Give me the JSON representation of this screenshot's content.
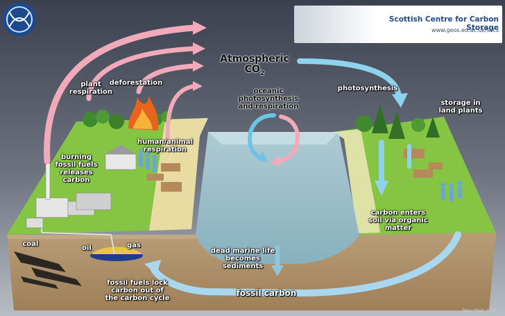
{
  "banner": {
    "title": "Scottish Centre for Carbon Storage",
    "url": "www.geos.ed.ac.uk/sccs"
  },
  "labels": {
    "atmospheric_line1": "Atmospheric",
    "atmospheric_line2": "CO",
    "atmospheric_sub": "2",
    "plant_respiration_1": "plant",
    "plant_respiration_2": "respiration",
    "deforestation": "deforestation",
    "photosynthesis": "photosynthesis",
    "oceanic_1": "oceanic",
    "oceanic_2": "photosynthesis",
    "oceanic_3": "and respiration",
    "storage_1": "storage in",
    "storage_2": "land plants",
    "human_1": "human/animal",
    "human_2": "respiration",
    "burning_1": "burning",
    "burning_2": "fossil fuels",
    "burning_3": "releases",
    "burning_4": "carbon",
    "soil_1": "carbon enters",
    "soil_2": "soil via organic",
    "soil_3": "matter",
    "coal": "coal",
    "oil": "oil",
    "gas": "gas",
    "marine_1": "dead marine life",
    "marine_2": "becomes",
    "marine_3": "sediments",
    "lock_1": "fossil fuels lock",
    "lock_2": "carbon out of",
    "lock_3": "the carbon cycle",
    "fossil_carbon": "fossil carbon",
    "credit": "Peter Reid, 2009"
  },
  "colors": {
    "sky_top": "#3c4250",
    "sky_bottom": "#a9afb8",
    "grass": "#7fbf3f",
    "grass_dark": "#5a9a2a",
    "soil": "#b59a74",
    "soil_front": "#a88a62",
    "sea": "#9cc3cf",
    "emission_arrow": "#f2aabb",
    "uptake_arrow": "#8fd2ee",
    "fossil_arrow": "#a9d7ef"
  }
}
